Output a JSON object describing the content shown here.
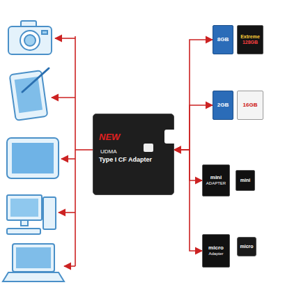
{
  "diagram": {
    "nodes": [
      {
        "text": [
          "NEW",
          "UDMA",
          "Type I CF Adapter"
        ]
      },
      {
        "text": [
          "8GB"
        ]
      },
      {
        "text": [
          "Extreme",
          "128GB"
        ]
      },
      {
        "text": [
          "2GB"
        ]
      },
      {
        "text": [
          "16GB"
        ]
      },
      {
        "text": [
          "mini",
          "ADAPTER"
        ]
      },
      {
        "text": [
          "mini"
        ]
      },
      {
        "text": [
          "micro",
          "Adapter"
        ]
      },
      {
        "text": [
          "micro"
        ]
      }
    ],
    "edges": [
      {
        "from": 0,
        "to": 1,
        "arrow": "both"
      },
      {
        "from": 0,
        "to": 3,
        "arrow": "both"
      },
      {
        "from": 0,
        "to": 5,
        "arrow": "both"
      },
      {
        "from": 0,
        "to": 7,
        "arrow": "both"
      }
    ]
  }
}
